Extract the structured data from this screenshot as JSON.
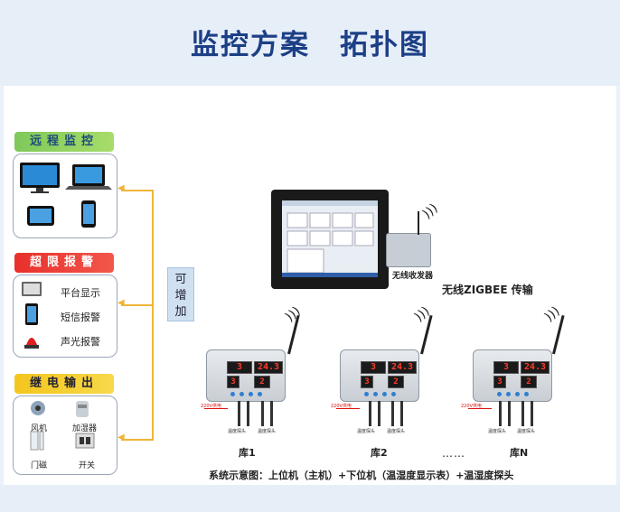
{
  "title": "监控方案　拓扑图",
  "remote": {
    "heading": "远程监控"
  },
  "alarm": {
    "heading": "超限报警",
    "items": [
      {
        "label": "平台显示"
      },
      {
        "label": "短信报警"
      },
      {
        "label": "声光报警"
      }
    ]
  },
  "relay": {
    "heading": "继电输出",
    "items": [
      {
        "label": "风机"
      },
      {
        "label": "加湿器"
      },
      {
        "label": "门磁"
      },
      {
        "label": "开关"
      }
    ]
  },
  "expand": {
    "line1": "可",
    "line2": "增",
    "line3": "加"
  },
  "transceiver": {
    "label": "无线收发器"
  },
  "transmission": {
    "label": "无线ZIGBEE 传输"
  },
  "devices": [
    {
      "store": "库1",
      "temp": "3",
      "reading": "24.3",
      "ch": "3",
      "hum": "2",
      "power": "220V供电",
      "probe1": "温度探头",
      "probe2": "温度探头"
    },
    {
      "store": "库2",
      "temp": "3",
      "reading": "24.3",
      "ch": "3",
      "hum": "2",
      "power": "220V供电",
      "probe1": "温度探头",
      "probe2": "温度探头"
    },
    {
      "store": "库N",
      "temp": "3",
      "reading": "24.3",
      "ch": "3",
      "hum": "2",
      "power": "220V供电",
      "probe1": "温度探头",
      "probe2": "温度探头"
    }
  ],
  "ellipsis": "……",
  "caption": "系统示意图：上位机（主机）+下位机（温湿度显示表）+温湿度探头"
}
